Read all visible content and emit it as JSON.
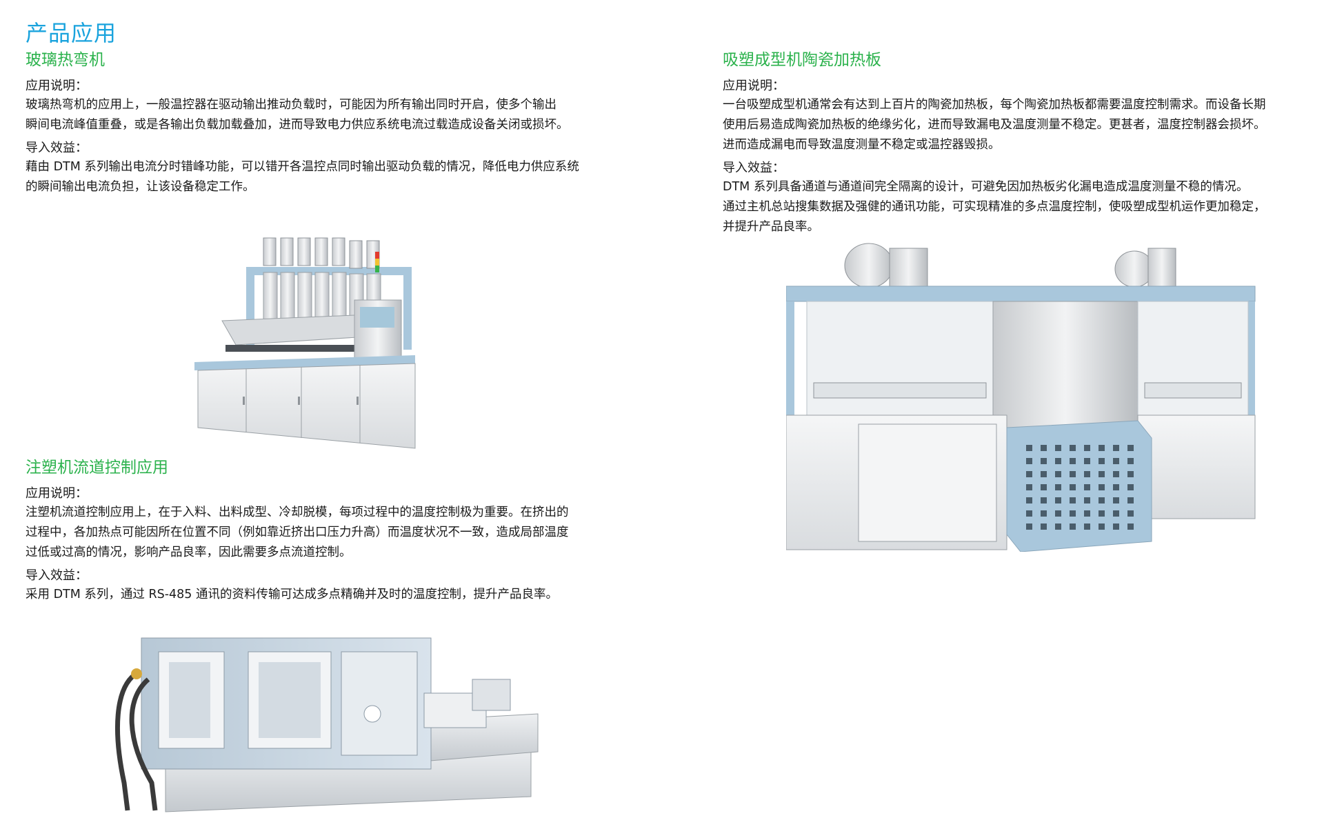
{
  "page_title": "产品应用",
  "sections": {
    "glass": {
      "title": "玻璃热弯机",
      "desc_label": "应用说明：",
      "desc_lines": [
        "玻璃热弯机的应用上，一般温控器在驱动输出推动负载时，可能因为所有输出同时开启，使多个输出",
        "瞬间电流峰值重叠，或是各输出负载加载叠加，进而导致电力供应系统电流过载造成设备关闭或损坏。"
      ],
      "benefit_label": "导入效益：",
      "benefit_lines": [
        "藉由 DTM 系列输出电流分时错峰功能，可以错开各温控点同时输出驱动负载的情况，降低电力供应系统",
        "的瞬间输出电流负担，让该设备稳定工作。"
      ]
    },
    "inject": {
      "title": "注塑机流道控制应用",
      "desc_label": "应用说明：",
      "desc_lines": [
        "注塑机流道控制应用上，在于入料、出料成型、冷却脱模，每项过程中的温度控制极为重要。在挤出的",
        "过程中，各加热点可能因所在位置不同（例如靠近挤出口压力升高）而温度状况不一致，造成局部温度",
        "过低或过高的情况，影响产品良率，因此需要多点流道控制。"
      ],
      "benefit_label": "导入效益：",
      "benefit_lines": [
        "采用 DTM 系列，通过 RS-485 通讯的资料传输可达成多点精确并及时的温度控制，提升产品良率。"
      ]
    },
    "vacuum": {
      "title": "吸塑成型机陶瓷加热板",
      "desc_label": "应用说明：",
      "desc_lines": [
        "一台吸塑成型机通常会有达到上百片的陶瓷加热板，每个陶瓷加热板都需要温度控制需求。而设备长期",
        "使用后易造成陶瓷加热板的绝缘劣化，进而导致漏电及温度测量不稳定。更甚者，温度控制器会损坏。",
        "进而造成漏电而导致温度测量不稳定或温控器毁损。"
      ],
      "benefit_label": "导入效益：",
      "benefit_lines": [
        "DTM 系列具备通道与通道间完全隔离的设计，可避免因加热板劣化漏电造成温度测量不稳的情况。",
        "通过主机总站搜集数据及强健的通讯功能，可实现精准的多点温度控制，使吸塑成型机运作更加稳定，",
        "并提升产品良率。"
      ]
    }
  },
  "colors": {
    "page_title": "#1aa3dd",
    "section_title": "#2bb24c",
    "body_text": "#1a1a1a",
    "machine_frame": "#a9c7dc",
    "machine_body": "#e6e8ea"
  }
}
